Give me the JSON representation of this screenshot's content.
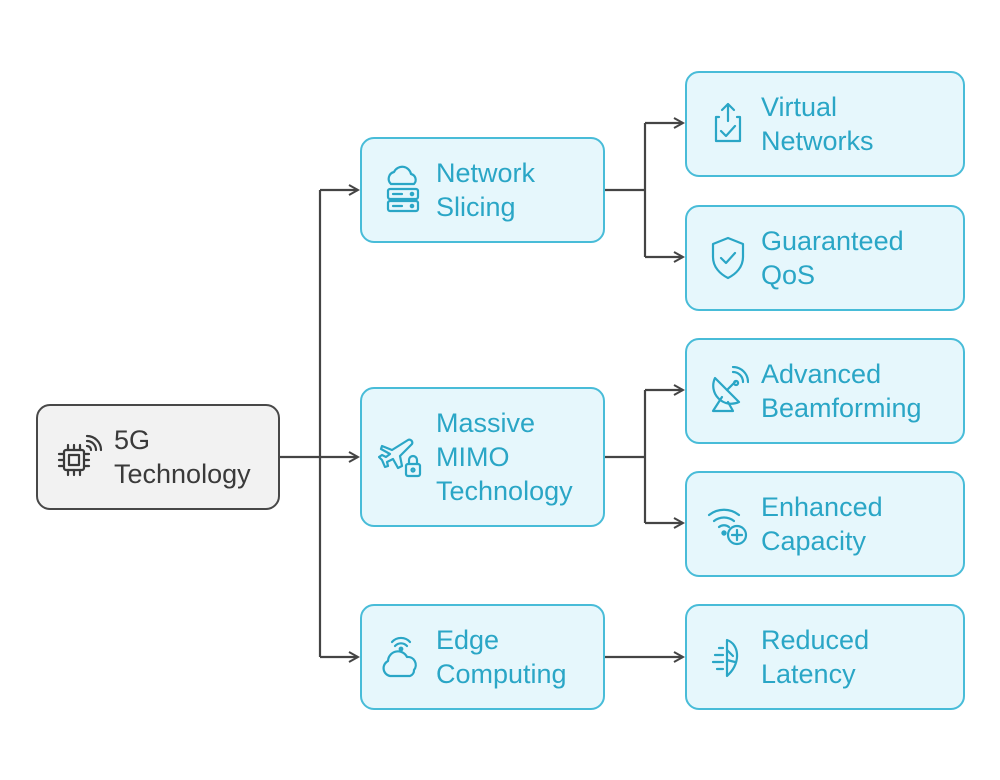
{
  "diagram": {
    "root": {
      "label": "5G\nTechnology",
      "icon": "chip-signal-icon"
    },
    "branches": [
      {
        "label": "Network\nSlicing",
        "icon": "cloud-server-icon",
        "children": [
          {
            "label": "Virtual\nNetworks",
            "icon": "upload-check-icon"
          },
          {
            "label": "Guaranteed\nQoS",
            "icon": "shield-check-icon"
          }
        ]
      },
      {
        "label": "Massive\nMIMO\nTechnology",
        "icon": "plane-lock-icon",
        "children": [
          {
            "label": "Advanced\nBeamforming",
            "icon": "satellite-dish-icon"
          },
          {
            "label": "Enhanced\nCapacity",
            "icon": "wifi-plus-icon"
          }
        ]
      },
      {
        "label": "Edge\nComputing",
        "icon": "cloud-signal-icon",
        "children": [
          {
            "label": "Reduced\nLatency",
            "icon": "leaf-speed-icon"
          }
        ]
      }
    ],
    "colors": {
      "root_fill": "#f2f2f2",
      "root_stroke": "#484848",
      "root_text": "#3a3a3a",
      "node_fill": "#e6f7fc",
      "node_stroke": "#48bcd8",
      "node_text": "#2aa6c6",
      "connector": "#444444"
    }
  }
}
